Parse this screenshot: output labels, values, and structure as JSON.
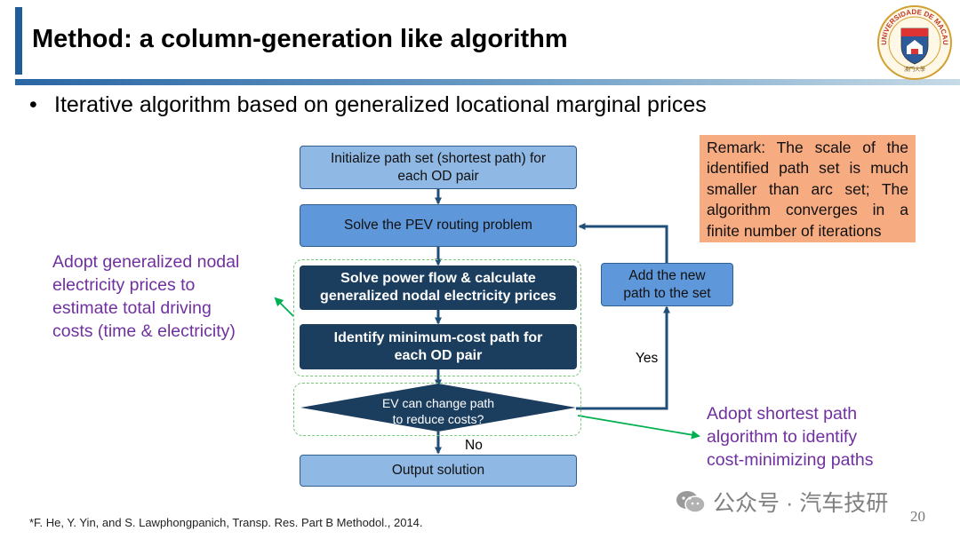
{
  "slide": {
    "title": "Method: a column-generation like algorithm",
    "bullet": "Iterative algorithm based on generalized locational marginal prices",
    "page_number": "20",
    "footnote": "*F. He, Y. Yin, and S. Lawphongpanich, Transp. Res. Part B Methodol., 2014.",
    "watermark": "公众号 · 汽车技研"
  },
  "logo": {
    "text": "UNIVERSIDADE DE MACAU",
    "subtext": "澳門大學"
  },
  "flowchart": {
    "init_line1": "Initialize path set (shortest path) for",
    "init_line2": "each OD pair",
    "solve_pev": "Solve the PEV routing problem",
    "power_flow_line1": "Solve power flow & calculate",
    "power_flow_line2": "generalized nodal electricity prices",
    "min_cost_line1": "Identify minimum-cost path for",
    "min_cost_line2": "each OD pair",
    "decision_line1": "EV can change path",
    "decision_line2": "to reduce costs?",
    "add_path_line1": "Add the new",
    "add_path_line2": "path to the set",
    "output": "Output solution",
    "yes_label": "Yes",
    "no_label": "No"
  },
  "annotations": {
    "left_note": [
      "Adopt generalized nodal",
      "electricity prices to",
      "estimate total driving",
      "costs (time & electricity)"
    ],
    "right_note": [
      "Adopt shortest path",
      "algorithm to identify",
      "cost-minimizing paths"
    ],
    "remark": "Remark: The scale of the identified path set is much smaller than arc set; The algorithm converges in a finite number of iterations"
  },
  "colors": {
    "title_bar": "#1f5c99",
    "box_light": "#8fb8e4",
    "box_mid": "#5e97da",
    "box_dark": "#1b3e5f",
    "arrow": "#1f4e79",
    "note_purple": "#7030a0",
    "remark_bg": "#f7ab81",
    "green_arrow": "#00b050"
  }
}
